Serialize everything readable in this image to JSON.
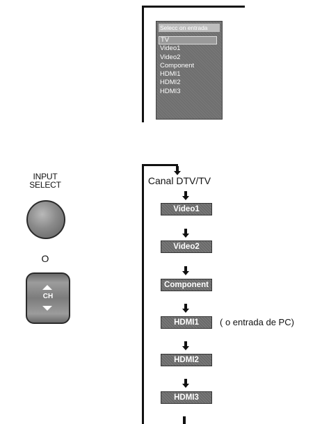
{
  "menu": {
    "title": "Selecc on entrada",
    "items": [
      "TV",
      "Video1",
      "Video2",
      "Component",
      "HDMI1",
      "HDMI2",
      "HDMI3"
    ],
    "selected_index": 0
  },
  "remote": {
    "input_select_label_line1": "INPUT",
    "input_select_label_line2": "SELECT",
    "or_label": "O",
    "channel_label": "CH"
  },
  "sequence": {
    "start_label": "Canal DTV/TV",
    "inputs": [
      "Video1",
      "Video2",
      "Component",
      "HDMI1",
      "HDMI2",
      "HDMI3"
    ],
    "hdmi1_note": "( o entrada de PC)"
  },
  "colors": {
    "menu_bg": "#6f6f6f",
    "box_bg": "#6a6a6a",
    "line": "#111111"
  }
}
